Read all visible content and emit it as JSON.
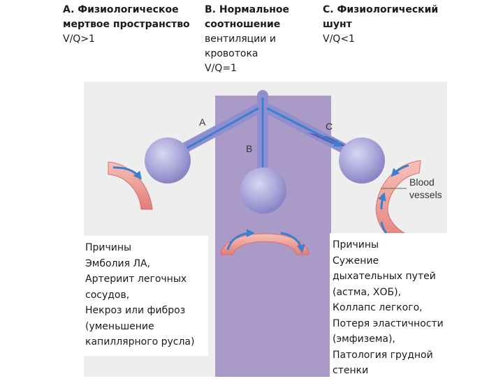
{
  "columns": [
    {
      "heading_bold": "A. Физиологическое мертвое пространство",
      "ratio": "V/Q>1"
    },
    {
      "heading_bold": "B. Нормальное соотношение",
      "heading_plain": "вентиляции и кровотока",
      "ratio": "V/Q=1"
    },
    {
      "heading_bold": "C. Физиологический шунт",
      "ratio": "V/Q<1"
    }
  ],
  "figure": {
    "label_a": "A",
    "label_b": "B",
    "label_c": "C",
    "legend_line1": "Blood",
    "legend_line2": "vessels",
    "colors": {
      "panel": "#eeeeee",
      "purple_band": "#a99ac8",
      "alveolus": "#a9a6d8",
      "airway": "#8f8fcf",
      "arrow": "#3a7fd0",
      "vessel": "#e88a86",
      "vessel_light": "#f6c1b8"
    }
  },
  "causes_left": {
    "title": "Причины",
    "lines": [
      "Эмболия ЛА,",
      "Артериит легочных",
      "сосудов,",
      "Некроз или фиброз",
      "(уменьшение",
      "капиллярного русла)"
    ]
  },
  "causes_right": {
    "title": "Причины",
    "lines": [
      "Сужение",
      "дыхательных путей",
      "(астма, ХОБ),",
      "Коллапс легкого,",
      "Потеря эластичности",
      "(эмфизема),",
      "Патология грудной",
      "стенки"
    ]
  }
}
